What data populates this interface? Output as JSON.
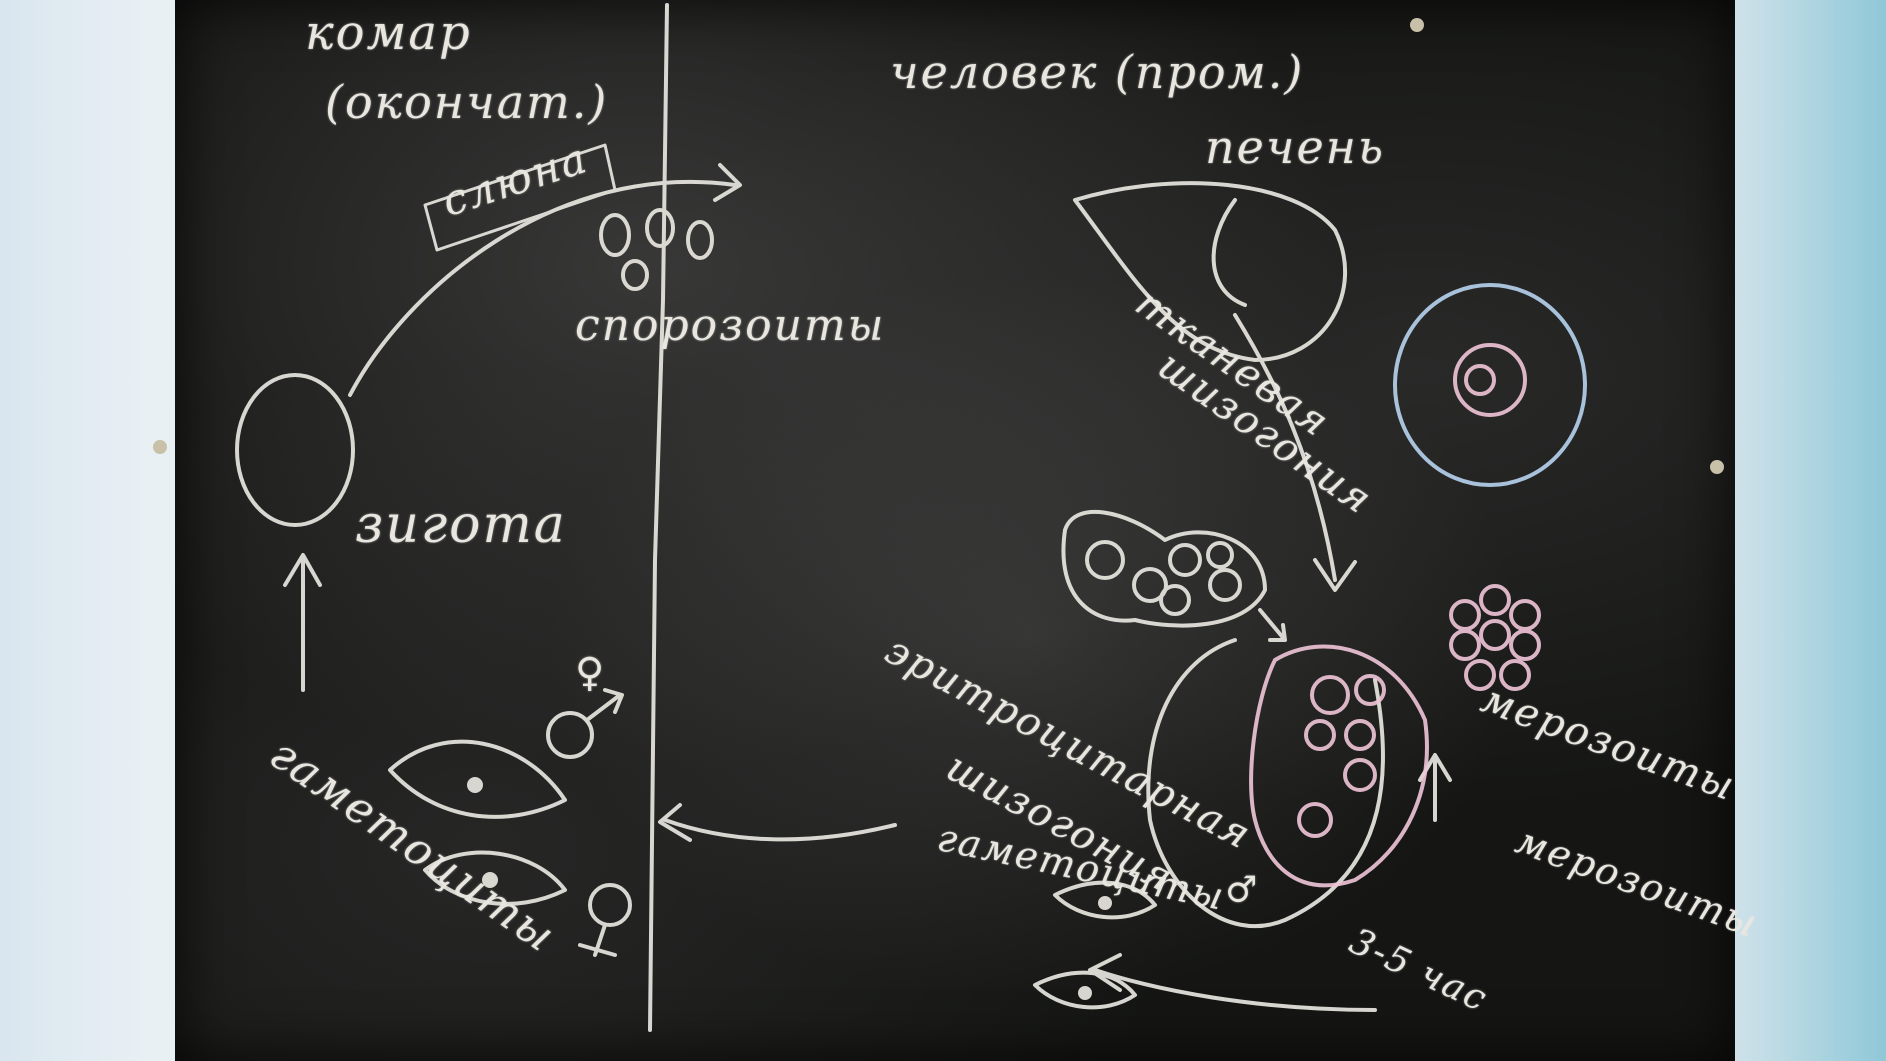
{
  "board": {
    "left_title": "комар",
    "left_subtitle": "(окончат.)",
    "right_title": "человек (пром.)",
    "liver": "печень",
    "saliva": "слюна",
    "sporozoites": "спорозоиты",
    "zygote": "зигота",
    "tissue_schizogony": [
      "тканевая",
      "шизогония"
    ],
    "gametocytes_left": "гаметоциты",
    "gametocytes_right": "гаметоциты",
    "erythrocytic_schizogony": [
      "эритроцитарная",
      "шизогония"
    ],
    "merozoites": "мерозоиты",
    "merozoites_2": "мерозоиты",
    "time": "3-5 час",
    "female_symbol": "♀",
    "male_symbol": "♂"
  },
  "colors": {
    "chalk_white": "#e8e6df",
    "chalk_pink": "#f0c6d8",
    "chalk_blue": "#b8d4ef",
    "board": "#151614"
  }
}
